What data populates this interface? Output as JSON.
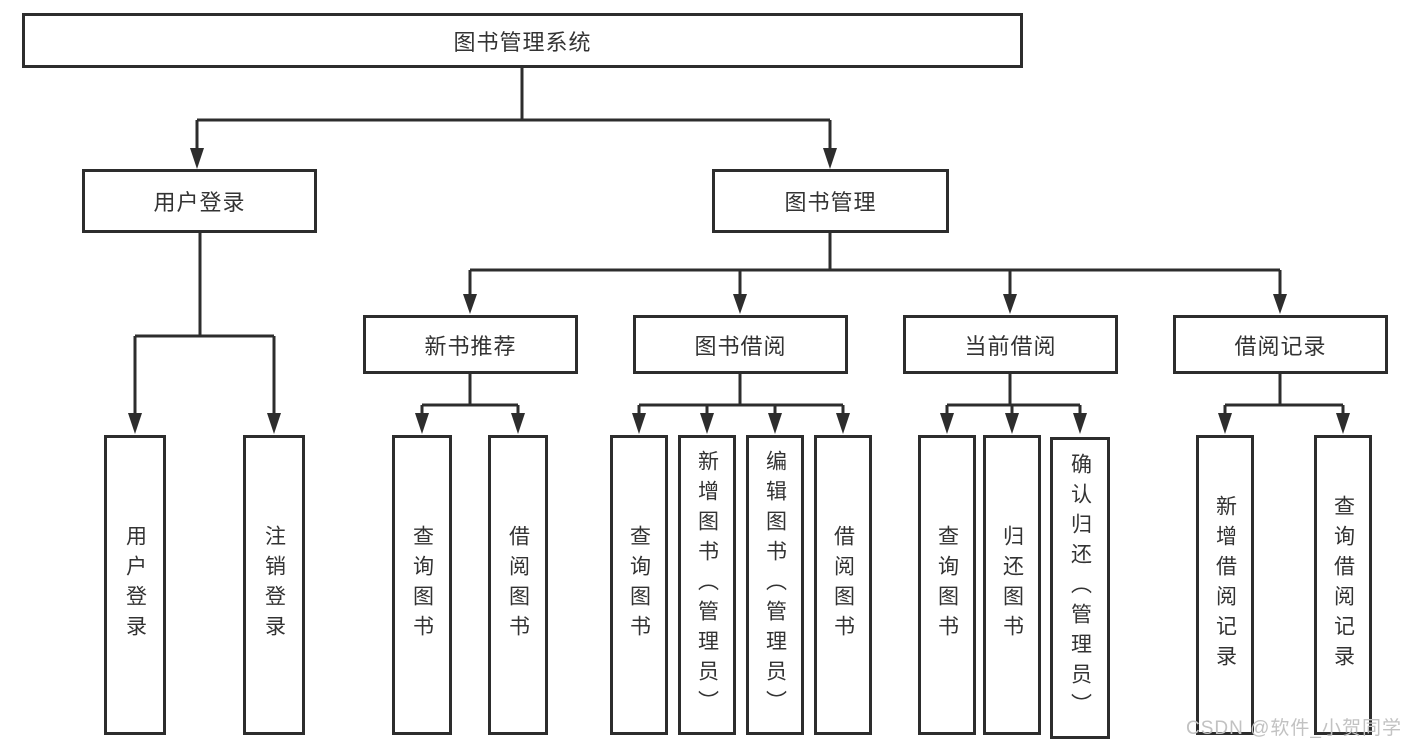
{
  "diagram_title": "图书管理系统",
  "nodes": {
    "root": {
      "label": "图书管理系统"
    },
    "user_login": {
      "label": "用户登录"
    },
    "book_mgmt": {
      "label": "图书管理"
    },
    "new_book": {
      "label": "新书推荐"
    },
    "book_borrow": {
      "label": "图书借阅"
    },
    "current_borrow": {
      "label": "当前借阅"
    },
    "borrow_record": {
      "label": "借阅记录"
    },
    "user_login_leaf": {
      "label": "用户登录"
    },
    "logout_leaf": {
      "label": "注销登录"
    },
    "nb_query": {
      "label": "查询图书"
    },
    "nb_borrow": {
      "label": "借阅图书"
    },
    "bb_query": {
      "label": "查询图书"
    },
    "bb_add": {
      "label": "新增图书（管理员）"
    },
    "bb_edit": {
      "label": "编辑图书（管理员）"
    },
    "bb_borrow": {
      "label": "借阅图书"
    },
    "cb_query": {
      "label": "查询图书"
    },
    "cb_return": {
      "label": "归还图书"
    },
    "cb_confirm": {
      "label": "确认归还（管理员）"
    },
    "br_add": {
      "label": "新增借阅记录"
    },
    "br_query": {
      "label": "查询借阅记录"
    }
  },
  "hierarchy": [
    {
      "parent": "图书管理系统",
      "children": [
        "用户登录",
        "图书管理"
      ]
    },
    {
      "parent": "用户登录",
      "children": [
        "用户登录",
        "注销登录"
      ]
    },
    {
      "parent": "图书管理",
      "children": [
        "新书推荐",
        "图书借阅",
        "当前借阅",
        "借阅记录"
      ]
    },
    {
      "parent": "新书推荐",
      "children": [
        "查询图书",
        "借阅图书"
      ]
    },
    {
      "parent": "图书借阅",
      "children": [
        "查询图书",
        "新增图书（管理员）",
        "编辑图书（管理员）",
        "借阅图书"
      ]
    },
    {
      "parent": "当前借阅",
      "children": [
        "查询图书",
        "归还图书",
        "确认归还（管理员）"
      ]
    },
    {
      "parent": "借阅记录",
      "children": [
        "新增借阅记录",
        "查询借阅记录"
      ]
    }
  ],
  "watermark": {
    "text": "CSDN @软件_小贺同学"
  },
  "colors": {
    "line": "#2d2d2d",
    "text": "#333333",
    "background": "#ffffff",
    "watermark": "#c2c2c2"
  }
}
